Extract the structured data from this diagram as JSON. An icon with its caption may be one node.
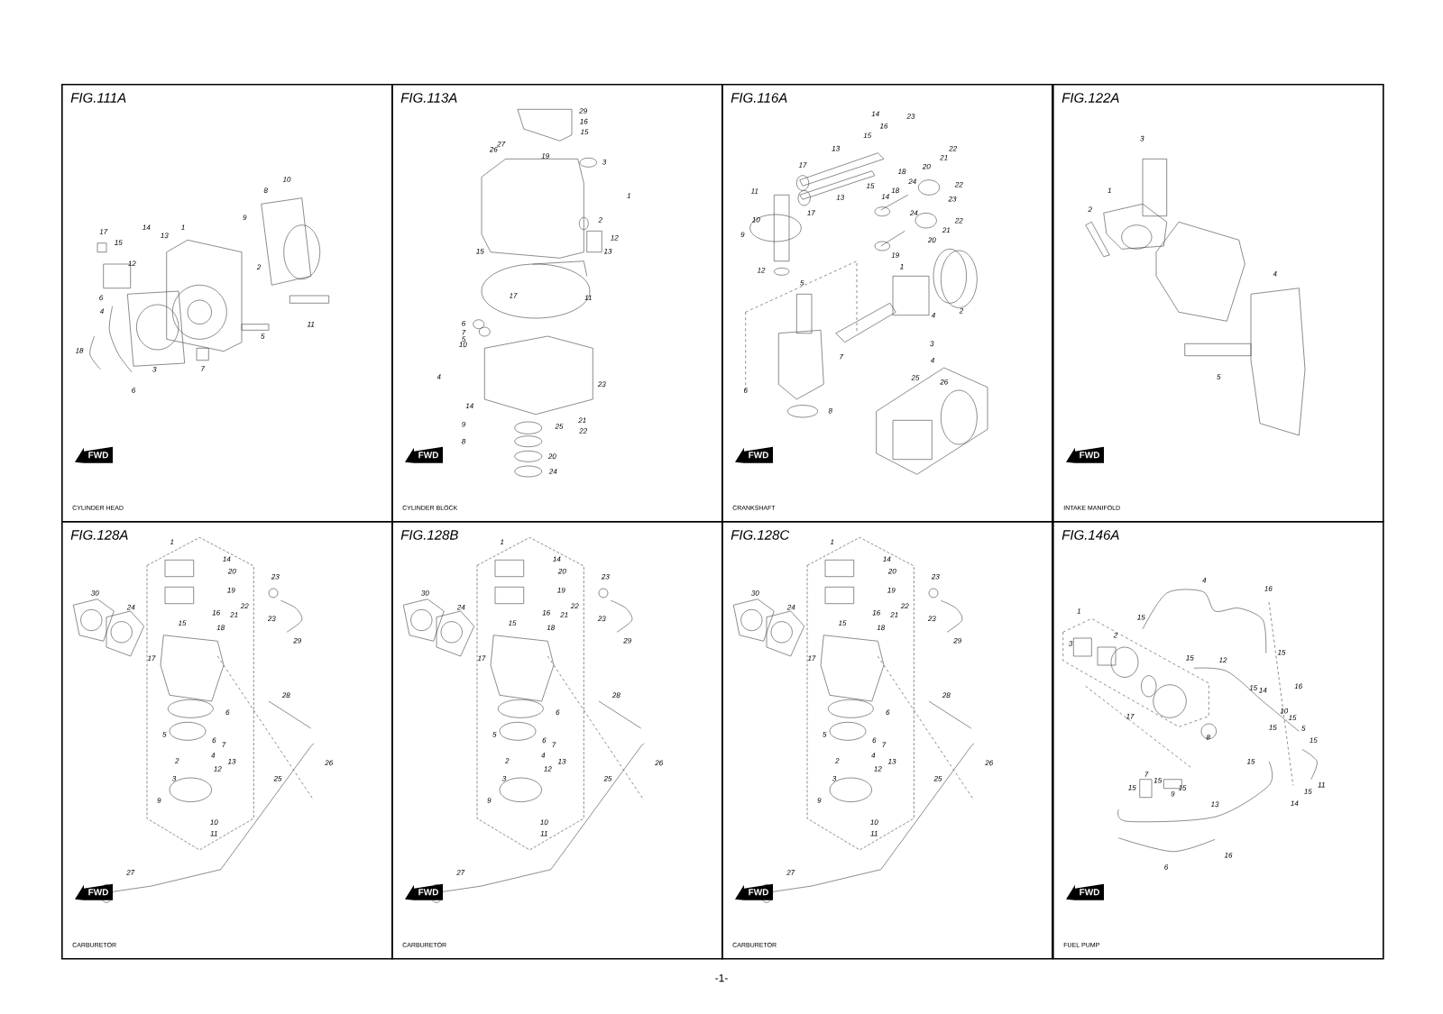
{
  "diagram": {
    "nodes": [
      {
        "text": [
          "FIG.111A",
          "CYLINDER HEAD"
        ]
      },
      {
        "text": [
          "FIG.113A",
          "CYLINDER BLOCK"
        ]
      },
      {
        "text": [
          "FIG.116A",
          "CRANKSHAFT"
        ]
      },
      {
        "text": [
          "FIG.122A",
          "INTAKE MANIFOLD"
        ]
      },
      {
        "text": [
          "FIG.128A",
          "CARBURETOR"
        ]
      },
      {
        "text": [
          "FIG.128B",
          "CARBURETOR"
        ]
      },
      {
        "text": [
          "FIG.128C",
          "CARBURETOR"
        ]
      },
      {
        "text": [
          "FIG.146A",
          "FUEL PUMP"
        ]
      }
    ],
    "labels": [
      "17",
      "14",
      "13",
      "1",
      "15",
      "12",
      "10",
      "8",
      "9",
      "2",
      "6",
      "4",
      "11",
      "5",
      "18",
      "3",
      "7",
      "6",
      "FWD",
      "29",
      "16",
      "15",
      "27",
      "26",
      "19",
      "3",
      "1",
      "2",
      "12",
      "15",
      "13",
      "17",
      "11",
      "6",
      "7",
      "5",
      "10",
      "4",
      "23",
      "14",
      "9",
      "21",
      "25",
      "22",
      "8",
      "20",
      "24",
      "FWD",
      "14",
      "23",
      "16",
      "15",
      "13",
      "22",
      "17",
      "20",
      "21",
      "18",
      "22",
      "24",
      "11",
      "15",
      "18",
      "13",
      "14",
      "23",
      "10",
      "17",
      "24",
      "22",
      "21",
      "9",
      "20",
      "19",
      "12",
      "1",
      "5",
      "2",
      "4",
      "3",
      "7",
      "4",
      "25",
      "26",
      "6",
      "8",
      "FWD",
      "3",
      "1",
      "2",
      "4",
      "5",
      "FWD",
      "1",
      "14",
      "20",
      "19",
      "23",
      "30",
      "24",
      "22",
      "16",
      "21",
      "15",
      "18",
      "23",
      "29",
      "17",
      "28",
      "6",
      "5",
      "6",
      "7",
      "4",
      "2",
      "13",
      "12",
      "3",
      "26",
      "25",
      "9",
      "10",
      "11",
      "27",
      "FWD",
      "1",
      "14",
      "20",
      "19",
      "23",
      "30",
      "24",
      "22",
      "16",
      "21",
      "15",
      "18",
      "23",
      "29",
      "17",
      "28",
      "6",
      "5",
      "6",
      "7",
      "4",
      "2",
      "13",
      "12",
      "3",
      "26",
      "25",
      "9",
      "10",
      "11",
      "27",
      "FWD",
      "1",
      "14",
      "20",
      "19",
      "23",
      "30",
      "24",
      "22",
      "16",
      "21",
      "15",
      "18",
      "23",
      "29",
      "17",
      "28",
      "6",
      "5",
      "6",
      "7",
      "4",
      "2",
      "13",
      "12",
      "3",
      "26",
      "25",
      "9",
      "10",
      "11",
      "27",
      "FWD",
      "4",
      "16",
      "1",
      "15",
      "2",
      "3",
      "15",
      "15",
      "12",
      "15",
      "14",
      "16",
      "10",
      "15",
      "15",
      "5",
      "17",
      "8",
      "15",
      "15",
      "7",
      "15",
      "15",
      "15",
      "9",
      "11",
      "15",
      "13",
      "14",
      "16",
      "6",
      "FWD",
      "-1-"
    ]
  }
}
